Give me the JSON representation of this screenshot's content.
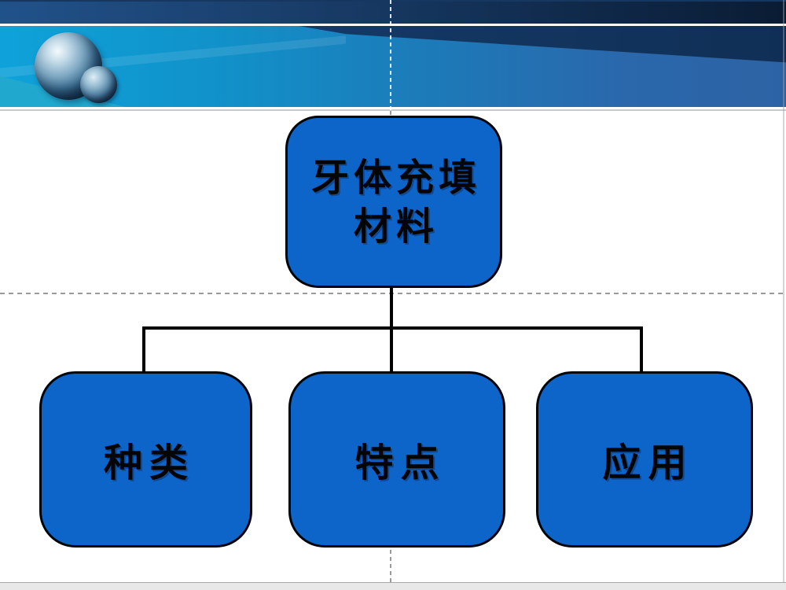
{
  "diagram": {
    "type": "hierarchy",
    "root": {
      "label": "牙体充填材料",
      "lines": [
        "牙体充填",
        "材料"
      ]
    },
    "children": [
      {
        "label": "种类"
      },
      {
        "label": "特点"
      },
      {
        "label": "应用"
      }
    ]
  },
  "colors": {
    "node_fill": "#0d65c9",
    "node_border": "#000000",
    "node_text": "#050505",
    "connector": "#000000",
    "header_top_band_left": "#20528a",
    "header_top_band_right": "#0a1c33",
    "header_main_band_left": "#0fa2da",
    "header_main_band_right": "#2c63a5",
    "header_wedge": "#102f56",
    "header_teal_corner": "#23a9cc",
    "guide_dash": "#9a9a9a",
    "footer_strip": "#e8e8e8",
    "background": "#ffffff"
  }
}
